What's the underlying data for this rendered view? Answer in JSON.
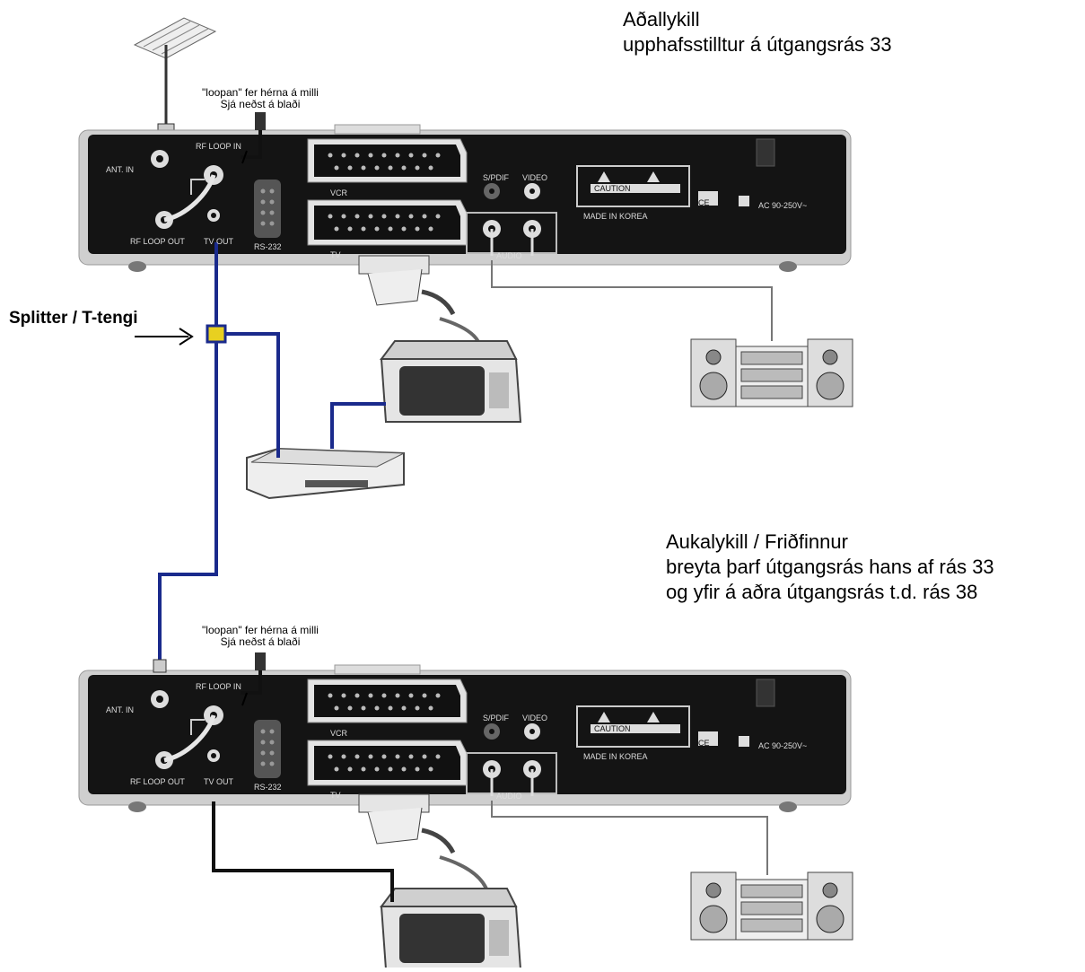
{
  "heading_main": {
    "line1": "Aðallykill",
    "line2": "upphafsstilltur á útgangsrás 33"
  },
  "heading_secondary": {
    "line1": "Aukalykill / Friðfinnur",
    "line2": "breyta þarf útgangsrás hans af rás 33",
    "line3": "og yfir á aðra útgangsrás t.d. rás 38"
  },
  "splitter_label": "Splitter / T-tengi",
  "loop_note": {
    "line1": "\"loopan\" fer hérna á milli",
    "line2": "Sjá neðst á blaði"
  },
  "receiver_panel": {
    "ant_in": "ANT. IN",
    "rf_loop_in": "RF LOOP IN",
    "rf_loop_out": "RF LOOP OUT",
    "tv_out": "TV OUT",
    "rs232": "RS-232",
    "vcr": "VCR",
    "tv": "TV",
    "spdif": "S/PDIF",
    "video": "VIDEO",
    "audio": "AUDIO",
    "caution": "CAUTION",
    "made_in": "MADE IN KOREA",
    "ce": "CE",
    "power": "AC 90-250V~"
  },
  "colors": {
    "coax_blue": "#1a2a8c",
    "cable_black": "#111111",
    "panel": "#141414",
    "chassis": "#cfcfcf",
    "splitter": "#e8d020"
  }
}
